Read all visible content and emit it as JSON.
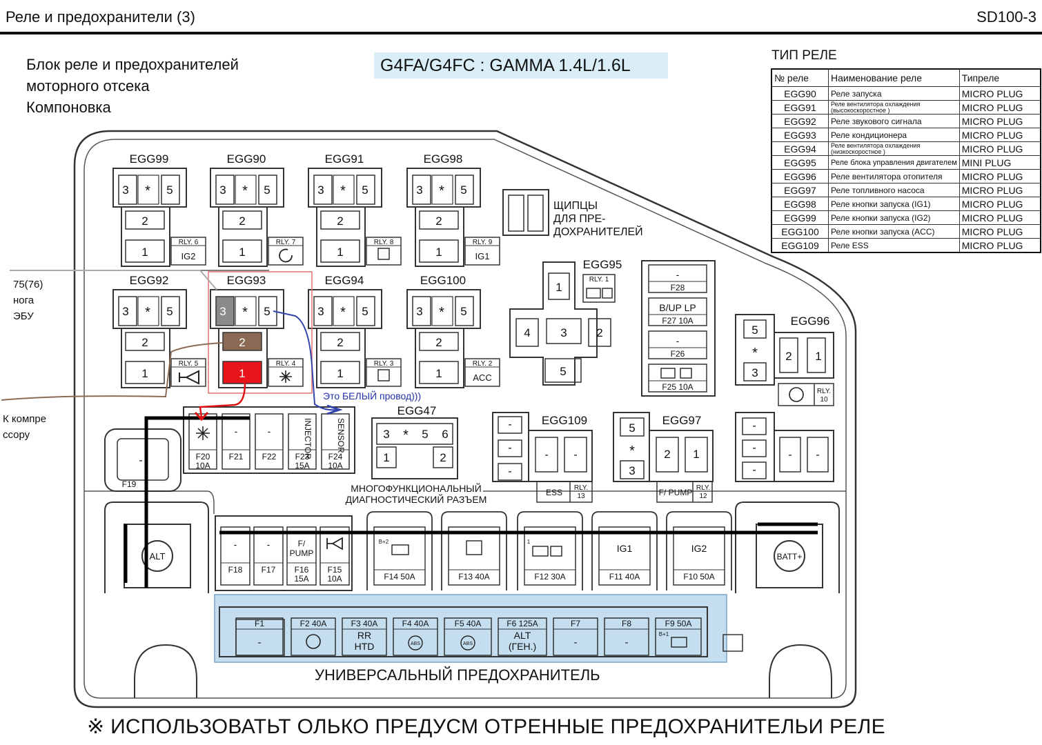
{
  "header": {
    "title": "Реле и предохранители (3)",
    "code": "SD100-3"
  },
  "block_title": [
    "Блок реле и предохранителей",
    "моторного отсека",
    "Компоновка"
  ],
  "engine_label": "G4FA/G4FC : GAMMA 1.4L/1.6L",
  "relay_table": {
    "title": "ТИП РЕЛЕ",
    "headers": [
      "№ реле",
      "Наименование реле",
      "Типреле"
    ],
    "rows": [
      [
        "EGG90",
        "Реле запуска",
        "MICRO PLUG"
      ],
      [
        "EGG91",
        "Реле вентилятора охлаждения (высокоскоростное )",
        "MICRO PLUG"
      ],
      [
        "EGG92",
        "Реле звукового сигнала",
        "MICRO PLUG"
      ],
      [
        "EGG93",
        "Реле кондиционера",
        "MICRO PLUG"
      ],
      [
        "EGG94",
        "Реле вентилятора охлаждения (низкоскоростное )",
        "MICRO PLUG"
      ],
      [
        "EGG95",
        "Реле блока управления двигателем",
        "MINI PLUG"
      ],
      [
        "EGG96",
        "Реле вентилятора отопителя",
        "MICRO PLUG"
      ],
      [
        "EGG97",
        "Реле топливного насоса",
        "MICRO PLUG"
      ],
      [
        "EGG98",
        "Реле кнопки запуска (IG1)",
        "MICRO PLUG"
      ],
      [
        "EGG99",
        "Реле кнопки запуска (IG2)",
        "MICRO PLUG"
      ],
      [
        "EGG100",
        "Реле кнопки запуска (ACC)",
        "MICRO PLUG"
      ],
      [
        "EGG109",
        "Реле ESS",
        "MICRO PLUG"
      ]
    ]
  },
  "relays": [
    {
      "name": "EGG99",
      "rly": "RLY. 6",
      "tag": "IG2"
    },
    {
      "name": "EGG90",
      "rly": "RLY. 7",
      "tag": ""
    },
    {
      "name": "EGG91",
      "rly": "RLY. 8",
      "tag": ""
    },
    {
      "name": "EGG98",
      "rly": "RLY. 9",
      "tag": "IG1"
    },
    {
      "name": "EGG92",
      "rly": "RLY. 5",
      "tag": ""
    },
    {
      "name": "EGG93",
      "rly": "RLY. 4",
      "tag": ""
    },
    {
      "name": "EGG94",
      "rly": "RLY. 3",
      "tag": ""
    },
    {
      "name": "EGG100",
      "rly": "RLY. 2",
      "tag": "ACC"
    }
  ],
  "pins": {
    "p3": "3",
    "star": "*",
    "p5": "5",
    "p2": "2",
    "p1": "1",
    "p4": "4",
    "p6": "6",
    "dash": "-"
  },
  "pliers": [
    "ЩИПЦЫ",
    "ДЛЯ ПРЕ-",
    "ДОХРАНИТЕЛЕЙ"
  ],
  "egg95": {
    "name": "EGG95",
    "rly": "RLY. 1"
  },
  "egg96": {
    "name": "EGG96",
    "rly": "RLY.",
    "rly_n": "10"
  },
  "egg47": {
    "name": "EGG47"
  },
  "egg109": {
    "name": "EGG109",
    "tag": "ESS",
    "rly": "RLY.",
    "rly_n": "13"
  },
  "egg97": {
    "name": "EGG97",
    "tag": "F/ PUMP",
    "rly": "RLY.",
    "rly_n": "12"
  },
  "diag_label": [
    "МНОГОФУНКЦИОНАЛЬНЫЙ",
    "ДИАГНОСТИЧЕСКИЙ РАЗЪЕМ"
  ],
  "right_fuses": [
    {
      "top": "-",
      "name": "F28"
    },
    {
      "top": "B/UP LP",
      "name": "F27 10A"
    },
    {
      "top": "-",
      "name": "F26"
    },
    {
      "top": "",
      "name": "F25 10A"
    }
  ],
  "mid_fuses": [
    {
      "top": "",
      "name": "F20",
      "amp": "10A"
    },
    {
      "top": "-",
      "name": "F21",
      "amp": ""
    },
    {
      "top": "-",
      "name": "F22",
      "amp": ""
    },
    {
      "top": "INJECTOR",
      "name": "F23",
      "amp": "15A"
    },
    {
      "top": "SENSOR",
      "name": "F24",
      "amp": "10A"
    }
  ],
  "f19": {
    "top": "-",
    "name": "F19"
  },
  "lower_fuses": [
    {
      "top": "-",
      "name": "F18",
      "amp": ""
    },
    {
      "top": "-",
      "name": "F17",
      "amp": ""
    },
    {
      "top": "F/ PUMP",
      "name": "F16",
      "amp": "15A"
    },
    {
      "top": "",
      "name": "F15",
      "amp": "10A"
    }
  ],
  "big_fuses": [
    {
      "top": "B+2",
      "name": "F14 50A"
    },
    {
      "top": "",
      "name": "F13 40A"
    },
    {
      "top": "1",
      "name": "F12 30A"
    },
    {
      "top": "IG1",
      "name": "F11 40A"
    },
    {
      "top": "IG2",
      "name": "F10 50A"
    }
  ],
  "terminals": {
    "alt": "ALT",
    "batt": "BATT+"
  },
  "multi_fuses": [
    {
      "name": "F1",
      "body": "-"
    },
    {
      "name": "F2 40A",
      "body": ""
    },
    {
      "name": "F3 40A",
      "body": "RR HTD"
    },
    {
      "name": "F4 40A",
      "body": "ABS"
    },
    {
      "name": "F5 40A",
      "body": "ABS"
    },
    {
      "name": "F6 125A",
      "body": "ALT (ГЕН.)"
    },
    {
      "name": "F7",
      "body": "-"
    },
    {
      "name": "F8",
      "body": "-"
    },
    {
      "name": "F9 50A",
      "body": "B+1"
    }
  ],
  "multi_caption": "УНИВЕРСАЛЬНЫЙ ПРЕДОХРАНИТЕЛЬ",
  "note": "※ ИСПОЛЬЗОВАТЬТ ОЛЬКО ПРЕДУСМ ОТРЕННЫЕ ПРЕДОХРАНИТЕЛЬИ РЕЛЕ",
  "annotations": {
    "ecu": [
      "75(76)",
      "нога",
      "ЭБУ"
    ],
    "compressor": [
      "К компре",
      "ссору"
    ],
    "white_wire": "Это БЕЛЫЙ провод)))"
  },
  "colors": {
    "pin3_grey": "#8a8a8a",
    "pin2_brown": "#8b6a55",
    "pin1_red": "#e8151b",
    "wire_blue": "#3344aa",
    "wire_red": "#e01010",
    "multi_bg": "#c4def0"
  }
}
